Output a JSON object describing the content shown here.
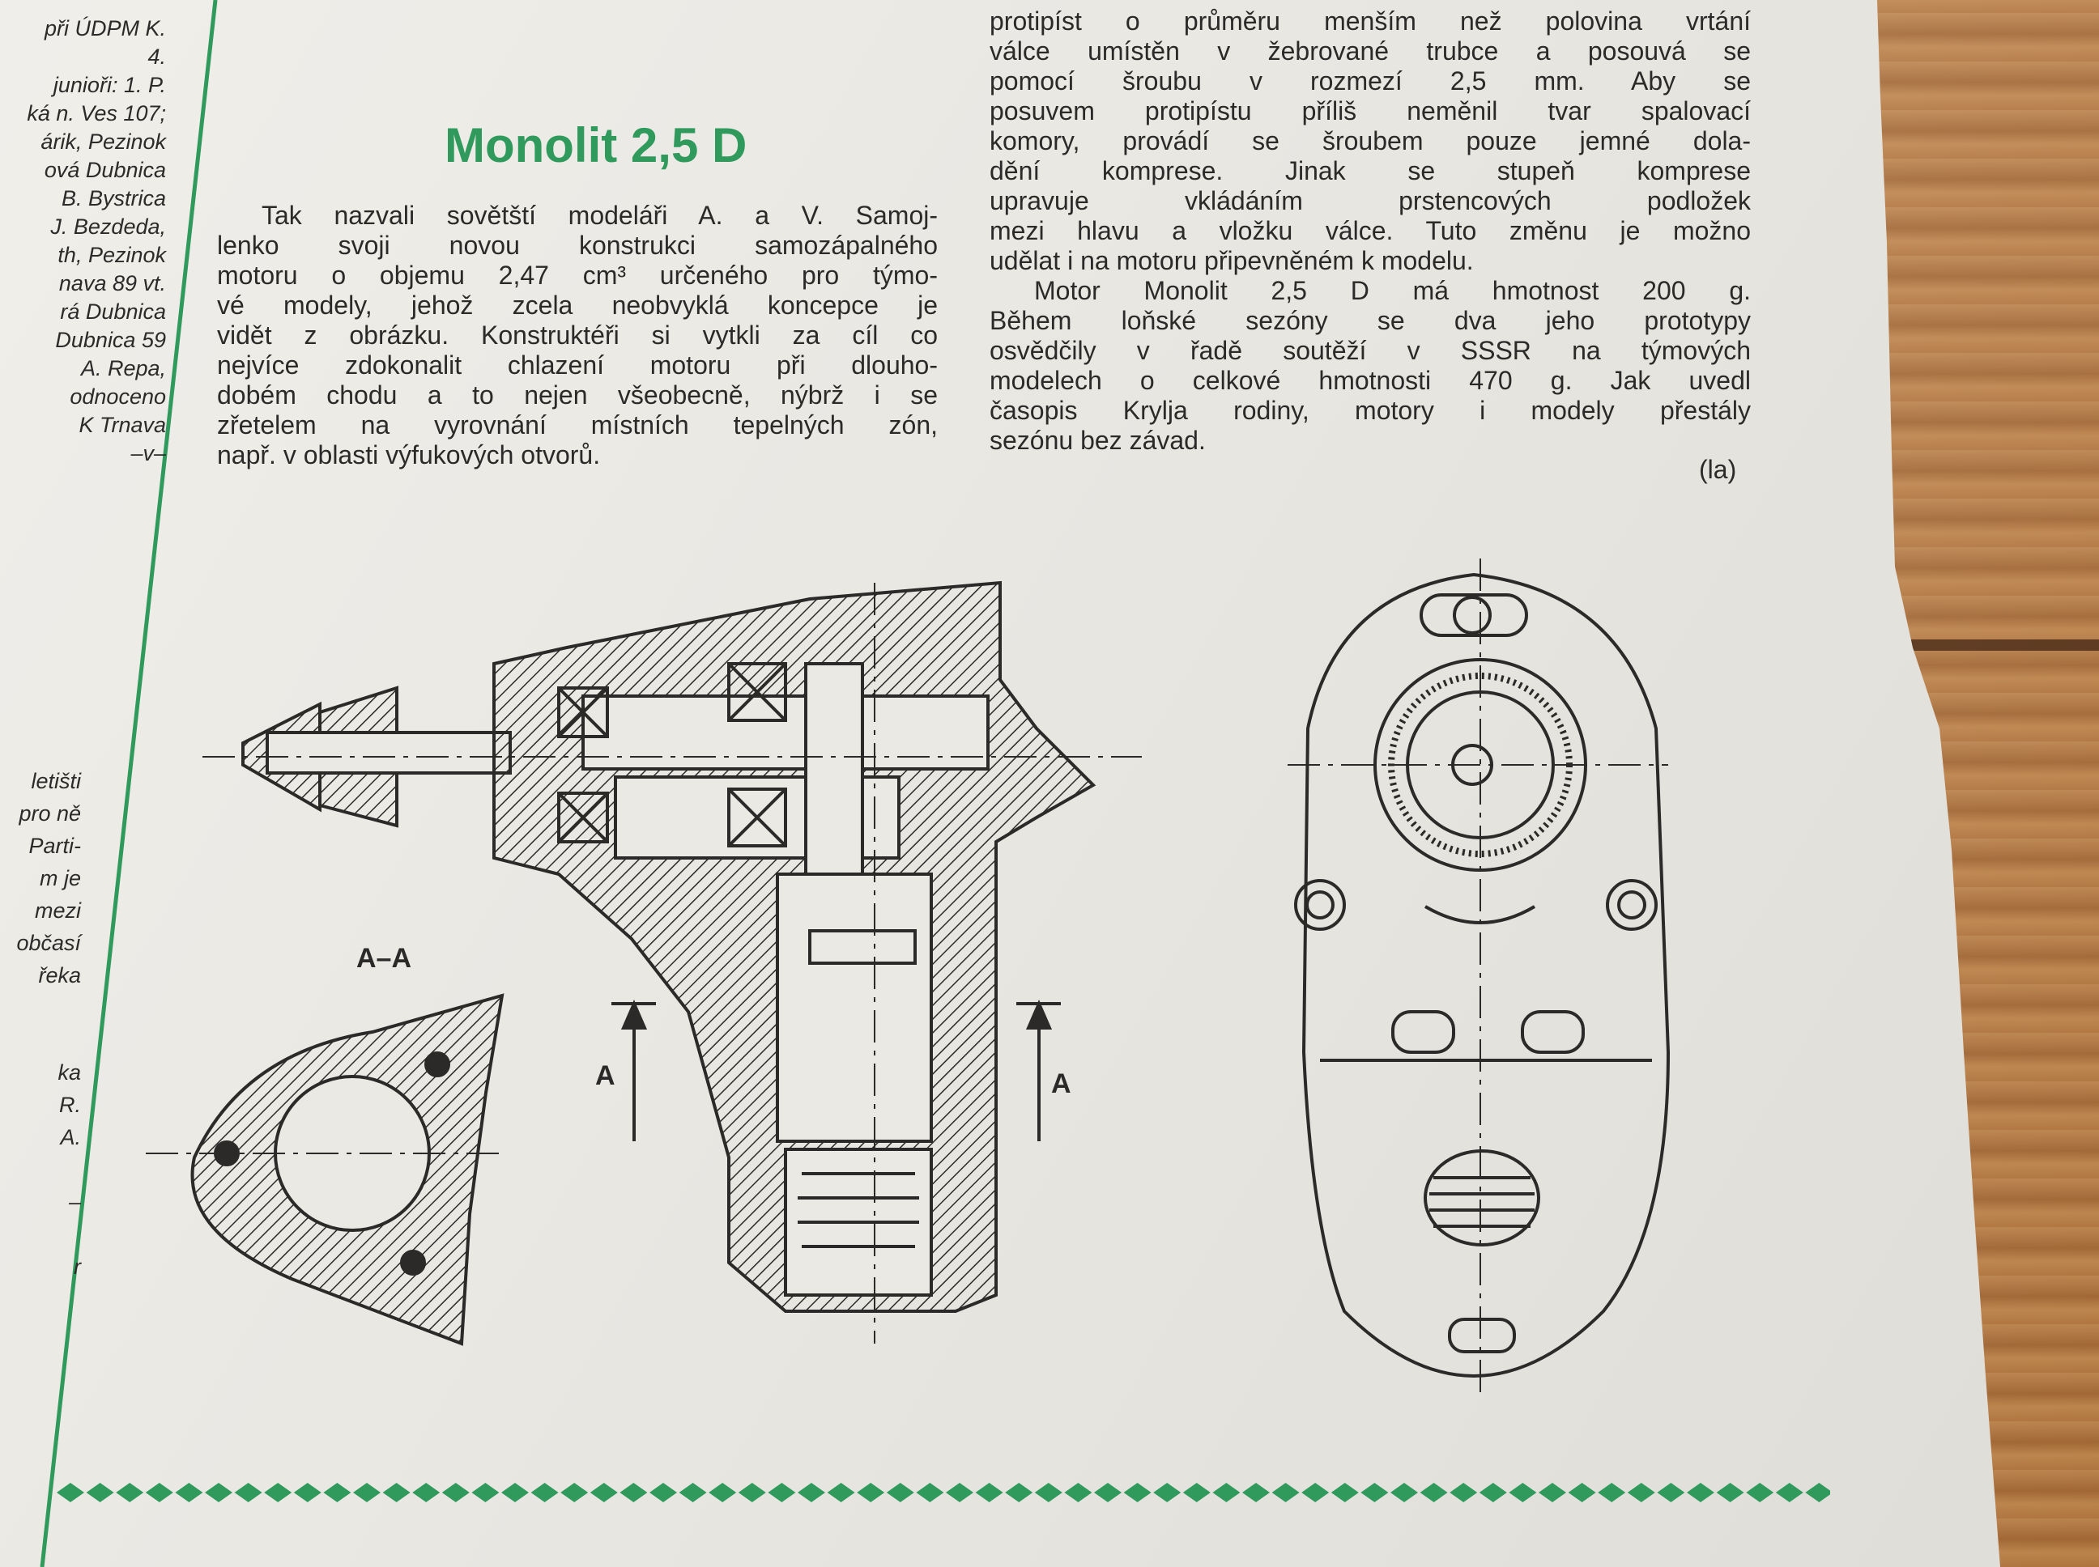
{
  "left_column": {
    "top_lines": [
      "při ÚDPM K.",
      "4.",
      "junioři: 1. P.",
      "ká n. Ves 107;",
      "árik, Pezinok",
      "ová Dubnica",
      "",
      "B. Bystrica",
      "J. Bezdeda,",
      "th, Pezinok",
      "nava 89 vt.",
      "rá Dubnica",
      "Dubnica 59",
      "A. Repa,",
      "",
      "odnoceno",
      "K Trnava",
      "–v–"
    ],
    "bottom_lines": [
      "letišti",
      "pro ně",
      "Parti-",
      "m je",
      "mezi",
      "občasí",
      "řeka",
      "",
      "",
      "ka",
      "R.",
      "A.",
      "",
      "–",
      "",
      "r"
    ]
  },
  "article": {
    "title": "Monolit 2,5 D",
    "col1_lines": [
      "Tak nazvali sovětští modeláři A. a V. Samoj-",
      "lenko svoji novou konstrukci samozápalného",
      "motoru o objemu 2,47 cm³ určeného pro týmo-",
      "vé modely, jehož zcela neobvyklá koncepce je",
      "vidět z obrázku. Konstruktéři si vytkli za cíl co",
      "nejvíce zdokonalit chlazení motoru při dlouho-",
      "dobém chodu a to nejen všeobecně, nýbrž i se",
      "zřetelem na vyrovnání místních tepelných zón,",
      "např. v oblasti výfukových otvorů."
    ],
    "col2_lines": [
      "protipíst o průměru menším než polovina vrtání",
      "válce umístěn v žebrované trubce a posouvá se",
      "pomocí šroubu v rozmezí 2,5 mm. Aby se",
      "posuvem protipístu příliš neměnil tvar spalovací",
      "komory, provádí se šroubem pouze jemné dola-",
      "dění komprese. Jinak se stupeň komprese",
      "upravuje vkládáním prstencových podložek",
      "mezi hlavu a vložku válce. Tuto změnu je možno",
      "udělat i na motoru připevněném k modelu.",
      "Motor Monolit 2,5 D má hmotnost 200 g.",
      "Během loňské sezóny se dva jeho prototypy",
      "osvědčily v řadě soutěží v SSSR na týmových",
      "modelech o celkové hmotnosti 470 g. Jak uvedl",
      "časopis Krylja rodiny, motory i modely přestály",
      "sezónu bez závad."
    ],
    "signature": "(la)"
  },
  "drawing_labels": {
    "section_title": "A–A",
    "arrow_left": "A",
    "arrow_right": "A"
  },
  "colors": {
    "accent_green": "#2f9a5c",
    "paper": "#ebe9e3",
    "ink": "#2b2a29",
    "wood": "#b87a42"
  }
}
